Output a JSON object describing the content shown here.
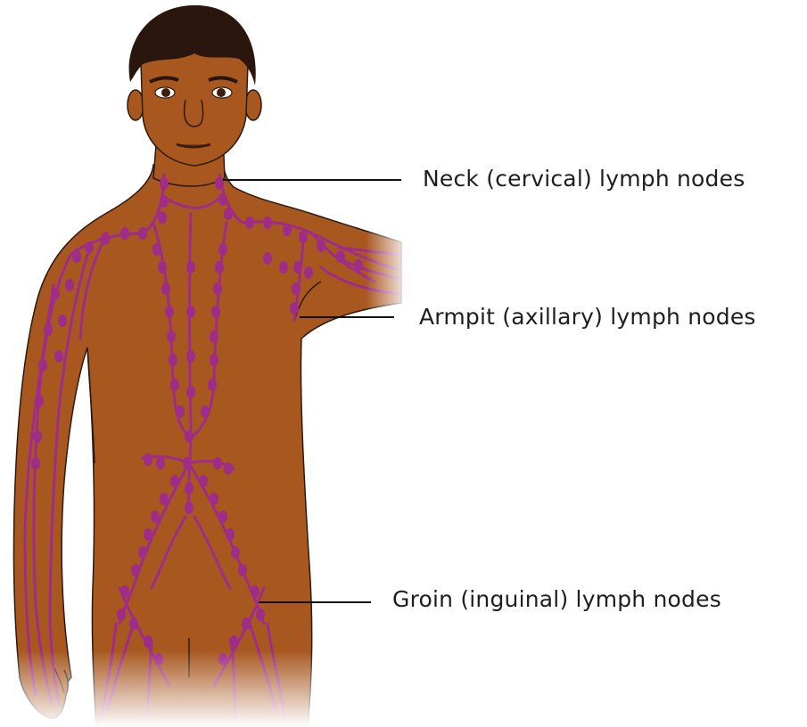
{
  "labels": {
    "neck": "Neck (cervical) lymph nodes",
    "armpit": "Armpit (axillary) lymph nodes",
    "groin": "Groin (inguinal) lymph nodes"
  },
  "colors": {
    "skin": "#a8571f",
    "skin_outline": "#2a1a10",
    "hair": "#2a160c",
    "lymph": "#a02c8a",
    "leader_line": "#111111",
    "background": "#ffffff"
  }
}
